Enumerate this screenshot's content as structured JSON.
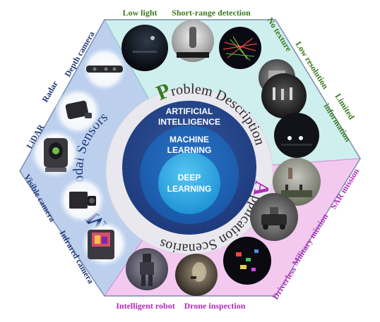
{
  "colors": {
    "sensor_bg": "#bcd0ee",
    "problem_bg": "#cfefee",
    "scenario_bg": "#f4c9f0",
    "sensor_text": "#1f3a78",
    "problem_text": "#3a7a1e",
    "scenario_text": "#b02ab8",
    "ring_gray": "#e8e8ee",
    "ai_blue": "#2a4a8e",
    "ml_blue": "#1f63b8",
    "dl_blue": "#2fa6e2"
  },
  "sensors": {
    "title_initial": "M",
    "title_rest": "ultimodal Sensors",
    "labels": {
      "depth_camera": "Depth camera",
      "radar": "Radar",
      "lidar": "LiDAR",
      "visible_camera": "Visible camera",
      "infrared_camera": "Infrared camera"
    }
  },
  "problems": {
    "title_initial": "P",
    "title_rest": "roblem Description",
    "labels": {
      "low_light": "Low light",
      "short_range": "Short-range detection",
      "no_texture": "No texture",
      "low_resolution": "Low resolution",
      "limited_line1": "Limited",
      "limited_line2": "information"
    }
  },
  "scenarios": {
    "title_initial": "A",
    "title_rest": "pplication Scenarios",
    "labels": {
      "sar_mission": "SAR mission",
      "military_mission": "Military mission",
      "driverless": "Driverless",
      "drone_inspection": "Drone inspection",
      "intelligent_robot": "Intelligent robot"
    }
  },
  "core": {
    "ai_line1": "ARTIFICIAL",
    "ai_line2": "INTELLIGENCE",
    "ml_line1": "MACHINE",
    "ml_line2": "LEARNING",
    "dl_line1": "DEEP",
    "dl_line2": "LEARNING"
  },
  "icons": {
    "photo_low_light": "night-scene-photo-icon",
    "photo_short_range": "short-range-scene-photo-icon",
    "photo_point_cloud": "point-cloud-photo-icon",
    "photo_no_texture": "textureless-scene-photo-icon",
    "photo_low_resolution": "low-resolution-thermal-photo-icon",
    "photo_limited_info": "limited-info-night-road-photo-icon",
    "device_depth_camera": "depth-camera-icon",
    "device_radar": "radar-sensor-icon",
    "device_lidar": "lidar-sensor-icon",
    "device_visible_camera": "visible-camera-icon",
    "device_infrared_camera": "infrared-camera-icon",
    "photo_sar": "sar-mission-photo-icon",
    "photo_military": "military-robot-photo-icon",
    "photo_driverless": "driverless-detection-photo-icon",
    "photo_drone": "drone-inspection-photo-icon",
    "photo_robot": "intelligent-robot-photo-icon"
  }
}
